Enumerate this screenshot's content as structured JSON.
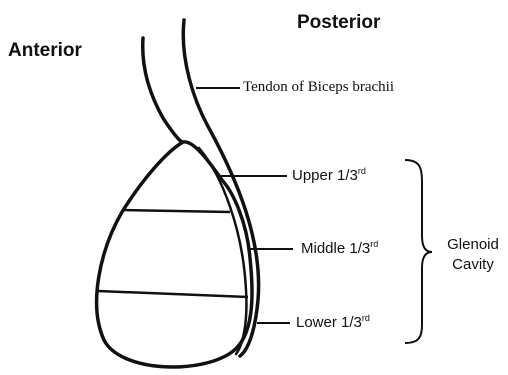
{
  "labels": {
    "anterior": "Anterior",
    "posterior": "Posterior",
    "tendon": "Tendon of Biceps brachii",
    "upper_base": "Upper 1/3",
    "middle_base": "Middle 1/3",
    "lower_base": "Lower 1/3",
    "ordinal_suffix": "rd",
    "glenoid_line1": "Glenoid",
    "glenoid_line2": "Cavity"
  },
  "colors": {
    "ink": "#111111",
    "background": "#ffffff"
  }
}
